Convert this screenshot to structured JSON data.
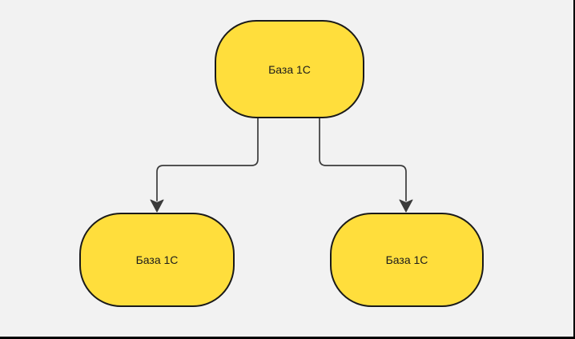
{
  "diagram": {
    "type": "flowchart",
    "direction": "top-down",
    "nodes": [
      {
        "id": "root",
        "shape": "stadium",
        "label": "База 1С"
      },
      {
        "id": "left",
        "shape": "stadium",
        "label": "База 1С"
      },
      {
        "id": "right",
        "shape": "stadium",
        "label": "База 1С"
      }
    ],
    "edges": [
      {
        "from": "root",
        "to": "left",
        "arrow": "filled-triangle-down"
      },
      {
        "from": "root",
        "to": "right",
        "arrow": "filled-triangle-down"
      }
    ]
  },
  "theme": {
    "canvas_bg": "#F2F2F2",
    "node_fill": "#FFDE3C",
    "node_border": "#1A1A1A",
    "node_text": "#1B1B1B",
    "edge_stroke": "#3B3B3B",
    "frame_line": "#000000"
  }
}
